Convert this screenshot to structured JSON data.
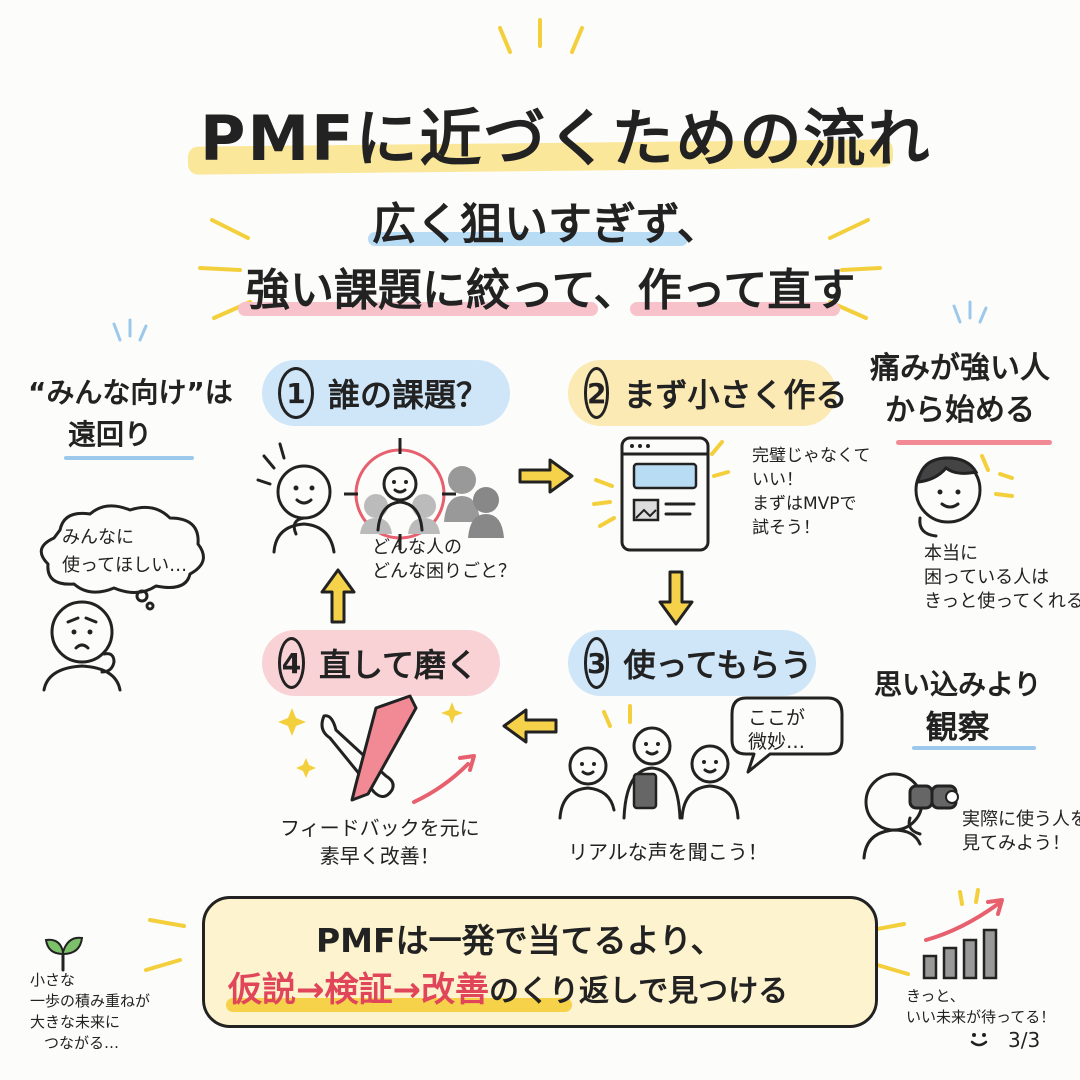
{
  "title": "PMFに近づくための流れ",
  "subtitle": {
    "line1": "広く狙いすぎず、",
    "line2": "強い課題に絞って、作って直す"
  },
  "steps": [
    {
      "num": "1",
      "label": "誰の課題？",
      "color": "#cfe6f8"
    },
    {
      "num": "2",
      "label": "まず小さく作る",
      "color": "#fbeab4"
    },
    {
      "num": "3",
      "label": "使ってもらう",
      "color": "#cfe6f8"
    },
    {
      "num": "4",
      "label": "直して磨く",
      "color": "#f9d2d6"
    }
  ],
  "step1_note": {
    "line1": "どんな人の",
    "line2": "どんな困りごと？"
  },
  "step2_note": {
    "line1": "完璧じゃなくて",
    "line2": "いい！",
    "line3": "まずはMVPで",
    "line4": "試そう！"
  },
  "step3_note": "リアルな声を聞こう！",
  "step3_bubble": {
    "line1": "ここが",
    "line2": "微妙…"
  },
  "step4_note": {
    "line1": "フィードバックを元に",
    "line2": "素早く改善！"
  },
  "left_side": {
    "heading_line1": "“みんな向け”は",
    "heading_line2": "遠回り",
    "thought_line1": "みんなに",
    "thought_line2": "使ってほしい…"
  },
  "right_top": {
    "heading_line1": "痛みが強い人",
    "heading_line2": "から始める",
    "note_line1": "本当に",
    "note_line2": "困っている人は",
    "note_line3": "きっと使ってくれる！"
  },
  "right_mid": {
    "heading_line1": "思い込みより",
    "heading_line2": "観察",
    "note_line1": "実際に使う人を",
    "note_line2": "見てみよう！"
  },
  "summary": {
    "line1": "PMFは一発で当てるより、",
    "w1": "仮説",
    "w2": "検証",
    "w3": "改善",
    "arrow": "→",
    "tail": "のくり返しで見つける",
    "accent": "#e0455a"
  },
  "bottom_left": {
    "line1": "小さな",
    "line2": "一歩の積み重ねが",
    "line3": "大きな未来に",
    "line4": "つながる…"
  },
  "bottom_right": {
    "line1": "きっと、",
    "line2": "いい未来が待ってる！"
  },
  "page_number": "3/3"
}
